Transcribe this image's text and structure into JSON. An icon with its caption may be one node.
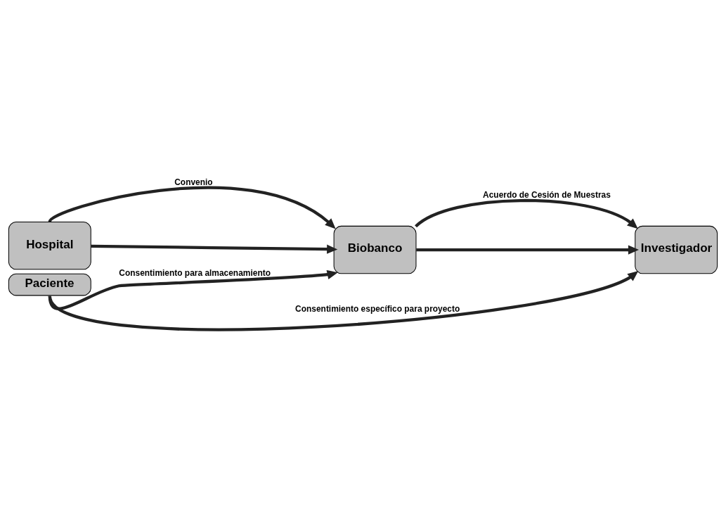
{
  "diagram": {
    "nodes": [
      {
        "text": [
          "Hospital"
        ]
      },
      {
        "text": [
          "Paciente"
        ]
      },
      {
        "text": [
          "Biobanco"
        ]
      },
      {
        "text": [
          "Investigador"
        ]
      }
    ],
    "edges": [
      {
        "from": 0,
        "to": 2,
        "arrow": "to"
      },
      {
        "from": 2,
        "to": 3,
        "arrow": "to"
      },
      {
        "from": 0,
        "to": 2,
        "arrow": "to",
        "label": "Convenio"
      },
      {
        "from": 2,
        "to": 3,
        "arrow": "to",
        "label": "Acuerdo de Cesión de Muestras"
      },
      {
        "from": 1,
        "to": 2,
        "arrow": "to",
        "label": "Consentimiento para almacenamiento"
      },
      {
        "from": 1,
        "to": 3,
        "arrow": "to",
        "label": "Consentimiento específico para proyecto"
      }
    ]
  }
}
